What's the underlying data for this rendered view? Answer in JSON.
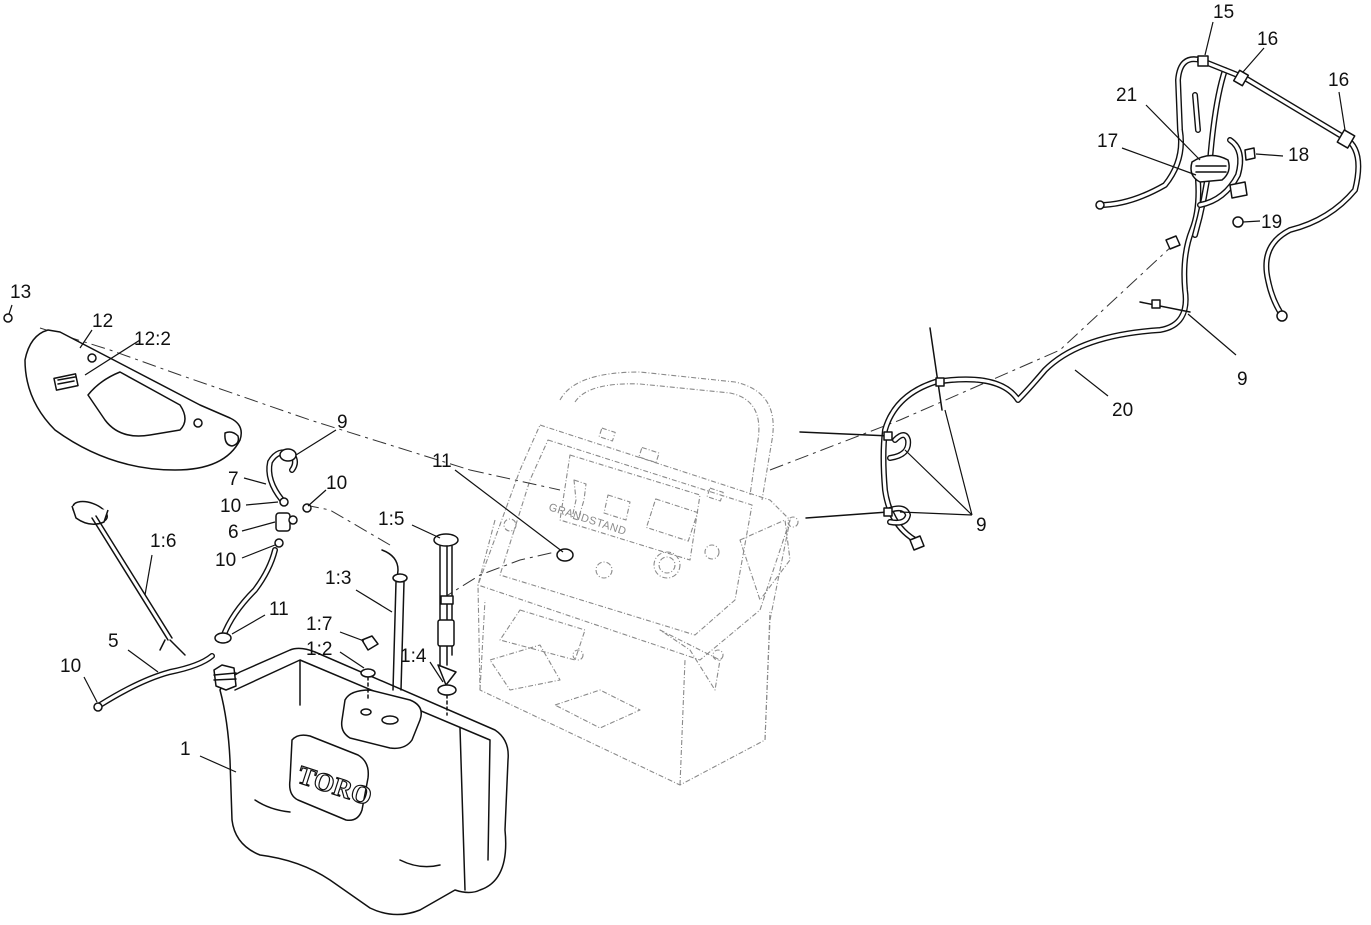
{
  "diagram": {
    "callouts": [
      {
        "id": "c13",
        "text": "13"
      },
      {
        "id": "c12",
        "text": "12"
      },
      {
        "id": "c12_2",
        "text": "12:2"
      },
      {
        "id": "c9a",
        "text": "9"
      },
      {
        "id": "c7",
        "text": "7"
      },
      {
        "id": "c10a",
        "text": "10"
      },
      {
        "id": "c10b",
        "text": "10"
      },
      {
        "id": "c6",
        "text": "6"
      },
      {
        "id": "c10c",
        "text": "10"
      },
      {
        "id": "c1_6",
        "text": "1:6"
      },
      {
        "id": "c11a",
        "text": "11"
      },
      {
        "id": "c1_5",
        "text": "1:5"
      },
      {
        "id": "c1_3",
        "text": "1:3"
      },
      {
        "id": "c11b",
        "text": "11"
      },
      {
        "id": "c1_7",
        "text": "1:7"
      },
      {
        "id": "c1_2",
        "text": "1:2"
      },
      {
        "id": "c1_4",
        "text": "1:4"
      },
      {
        "id": "c5",
        "text": "5"
      },
      {
        "id": "c10d",
        "text": "10"
      },
      {
        "id": "c1",
        "text": "1"
      },
      {
        "id": "c15",
        "text": "15"
      },
      {
        "id": "c16a",
        "text": "16"
      },
      {
        "id": "c16b",
        "text": "16"
      },
      {
        "id": "c21",
        "text": "21"
      },
      {
        "id": "c17",
        "text": "17"
      },
      {
        "id": "c18",
        "text": "18"
      },
      {
        "id": "c19",
        "text": "19"
      },
      {
        "id": "c9b",
        "text": "9"
      },
      {
        "id": "c20",
        "text": "20"
      },
      {
        "id": "c9c",
        "text": "9"
      }
    ],
    "tank_logo": "TORO",
    "console_brand": "GRANDSTAND"
  }
}
